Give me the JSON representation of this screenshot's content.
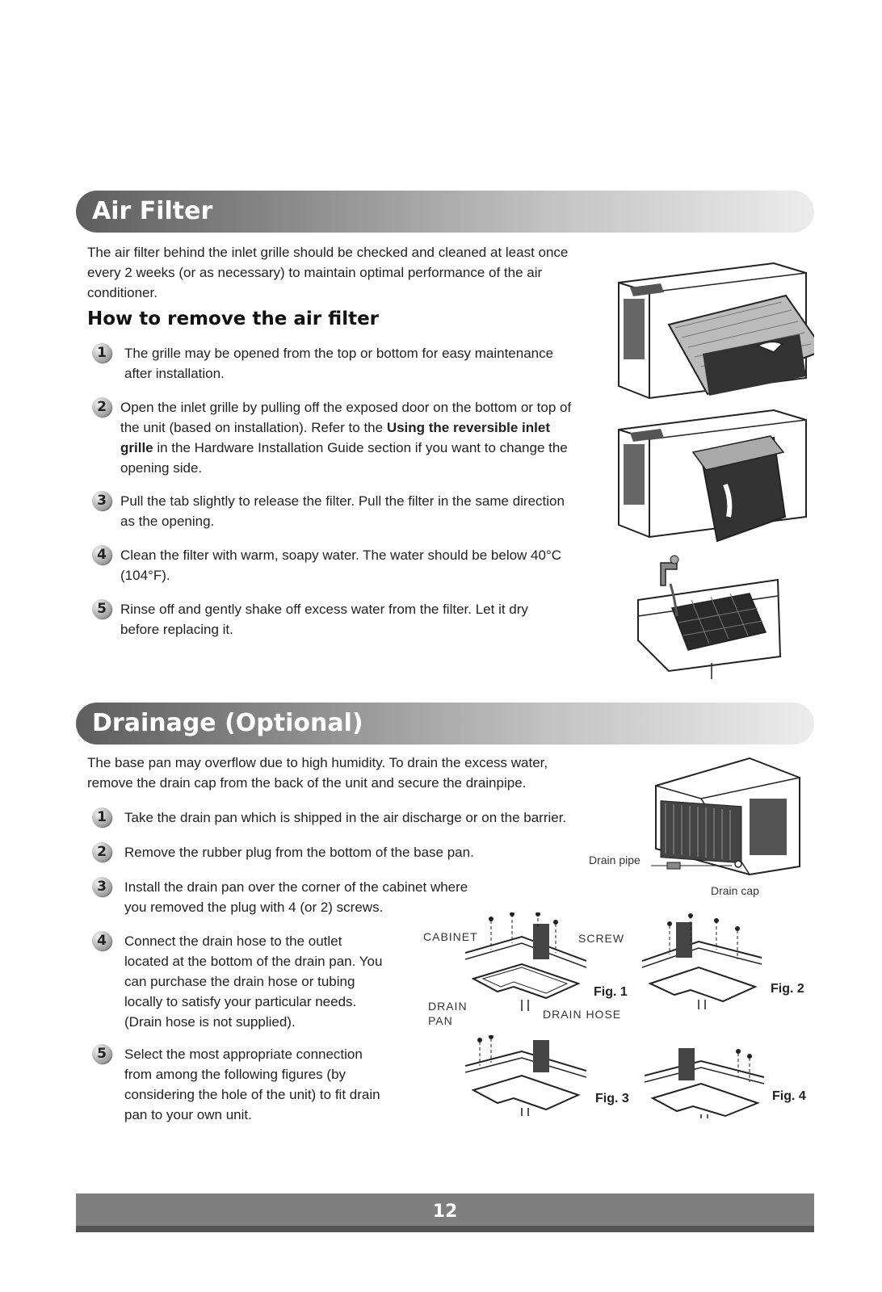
{
  "air_filter": {
    "title": "Air Filter",
    "intro_lines": [
      "The air filter behind the inlet grille should be checked and cleaned at least once",
      "every 2 weeks (or as necessary) to maintain optimal performance of the air",
      "conditioner."
    ],
    "subheading": "How to remove the air filter",
    "steps": [
      {
        "num": "1",
        "lines": [
          "The grille may be opened from the top or bottom for easy maintenance",
          "after installation."
        ]
      },
      {
        "num": "2",
        "line1": "Open the inlet grille by pulling off the exposed door on the bottom or top of",
        "line2_a": "the unit (based on installation). Refer to the ",
        "line2_b": "Using the reversible inlet",
        "line3_a": "grille",
        "line3_b": " in the Hardware Installation Guide section if you want to change the",
        "line4": "opening side."
      },
      {
        "num": "3",
        "lines": [
          "Pull the tab slightly to release the filter. Pull the filter in the same direction",
          "as the opening."
        ]
      },
      {
        "num": "4",
        "lines": [
          "Clean the filter with warm, soapy water. The water should be below 40°C",
          "(104°F)."
        ]
      },
      {
        "num": "5",
        "lines": [
          "Rinse off and gently shake off excess water from the filter.  Let it dry",
          "before replacing it."
        ]
      }
    ]
  },
  "drainage": {
    "title": "Drainage (Optional)",
    "intro_lines": [
      "The base pan may overflow due to high humidity. To drain the excess water,",
      "remove the drain cap from the back of the unit and secure the drainpipe."
    ],
    "steps": [
      {
        "num": "1",
        "lines": [
          "Take the drain pan which is shipped in the air discharge or on the barrier."
        ]
      },
      {
        "num": "2",
        "lines": [
          "Remove the rubber plug from the bottom of the base pan."
        ]
      },
      {
        "num": "3",
        "lines": [
          "Install the drain pan over the corner of the cabinet where",
          "you removed the plug with 4 (or 2) screws."
        ]
      },
      {
        "num": "4",
        "lines": [
          "Connect the drain hose to the outlet",
          "located at the bottom of the drain pan. You",
          "can purchase the drain hose or tubing",
          "locally to satisfy your particular needs.",
          "(Drain hose is not supplied)."
        ]
      },
      {
        "num": "5",
        "lines": [
          "Select the most appropriate connection",
          "from among the following figures (by",
          "considering the hole of the unit) to fit drain",
          "pan to your own unit."
        ]
      }
    ],
    "labels": {
      "drain_pipe": "Drain pipe",
      "drain_cap": "Drain cap",
      "cabinet": "CABINET",
      "screw": "SCREW",
      "drain": "DRAIN",
      "pan": "PAN",
      "drain_hose": "DRAIN HOSE",
      "fig1": "Fig. 1",
      "fig2": "Fig. 2",
      "fig3": "Fig. 3",
      "fig4": "Fig. 4"
    }
  },
  "footer": {
    "page_number": "12"
  }
}
